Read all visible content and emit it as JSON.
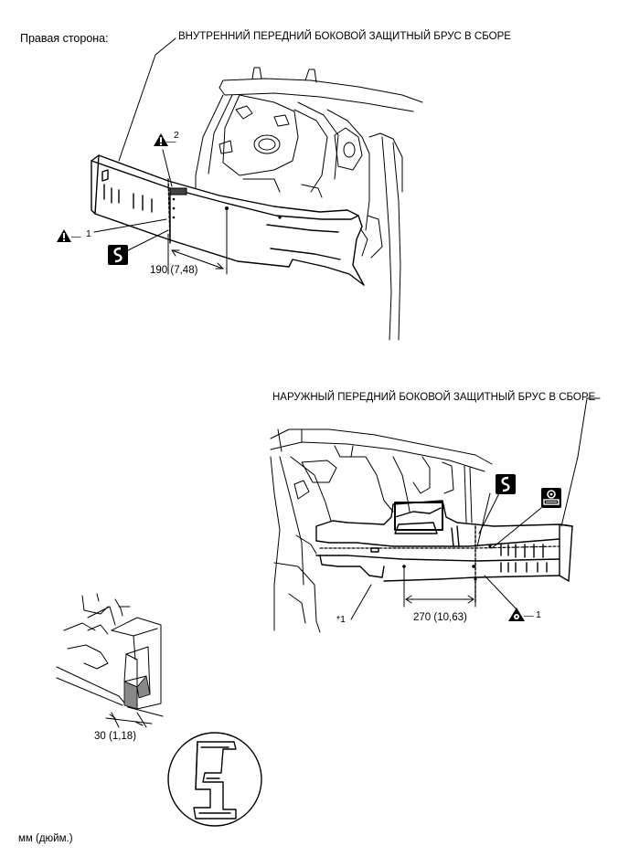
{
  "header": {
    "side_label": "Правая сторона:"
  },
  "top_view": {
    "part_label": "ВНУТРЕННИЙ ПЕРЕДНИЙ БОКОВОЙ ЗАЩИТНЫЙ БРУС В СБОРЕ",
    "callout_1": "1",
    "callout_2": "2",
    "dimension": "190 (7,48)"
  },
  "bottom_view": {
    "part_label": "НАРУЖНЫЙ ПЕРЕДНИЙ БОКОВОЙ ЗАЩИТНЫЙ БРУС В СБОРЕ",
    "star_callout": "*1",
    "callout_1": "1",
    "dimension": "270 (10,63)"
  },
  "detail_view": {
    "dimension": "30 (1,18)"
  },
  "units_label": "мм (дюйм.)",
  "icons": [
    "warning-triangle-icon",
    "cut-line-icon",
    "spot-weld-triangle-icon",
    "mig-weld-icon"
  ]
}
